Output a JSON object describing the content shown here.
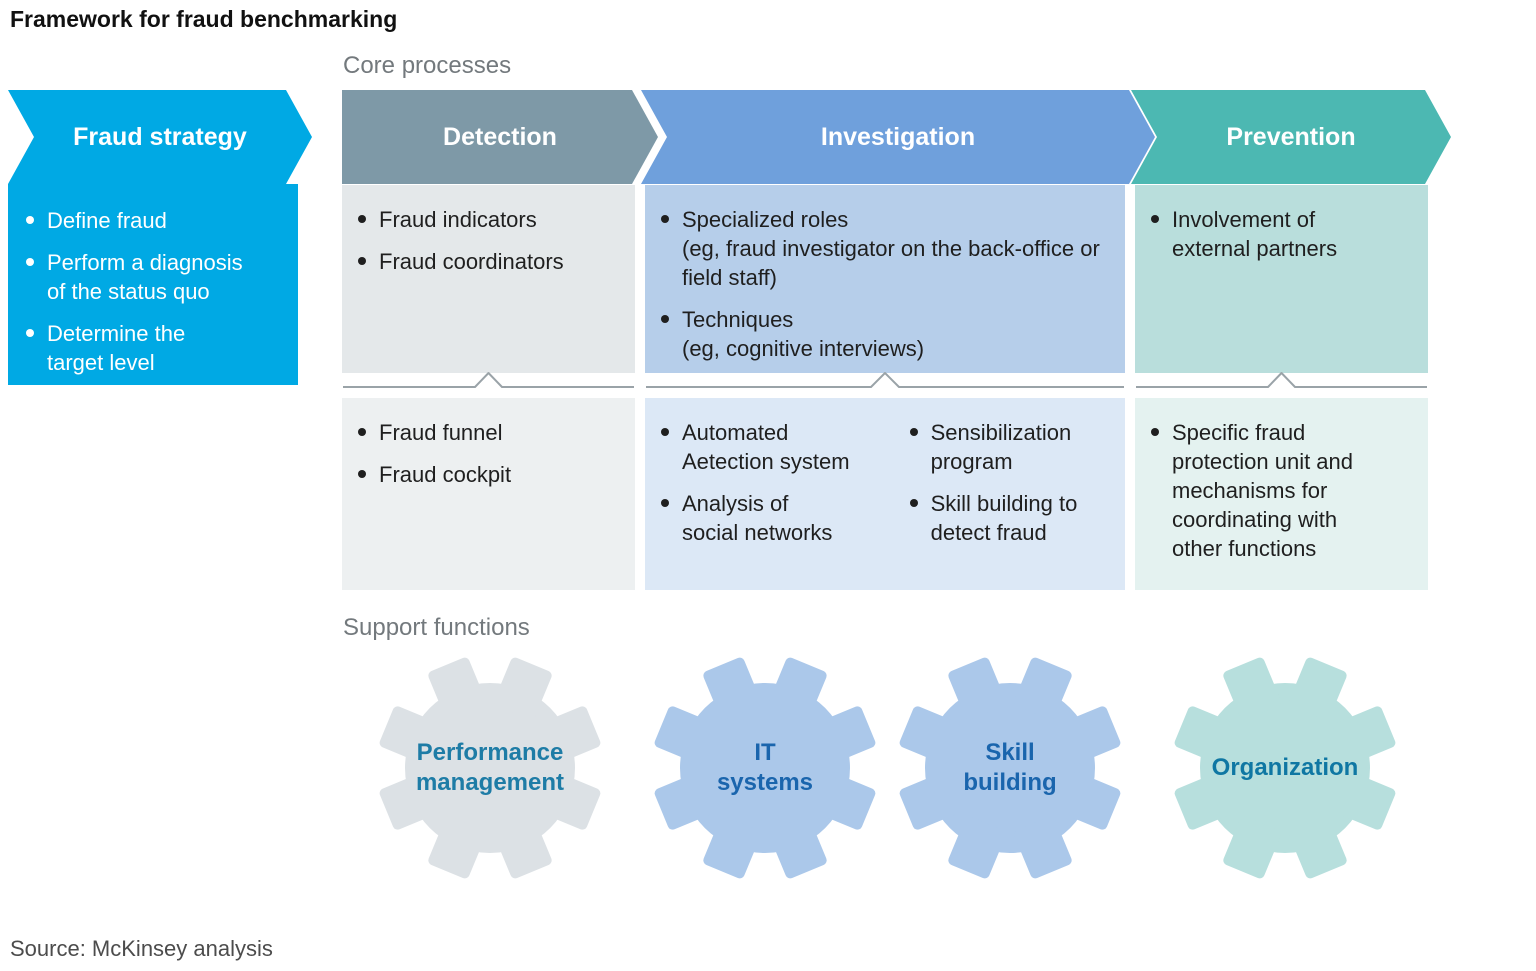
{
  "title": "Framework for fraud benchmarking",
  "source": "Source: McKinsey analysis",
  "section_labels": {
    "core_processes": "Core processes",
    "support_functions": "Support functions"
  },
  "fraud_strategy": {
    "title": "Fraud strategy",
    "color": "#00a9e4",
    "bullets": [
      "Define fraud",
      "Perform a diagnosis\nof the status quo",
      "Determine the\ntarget level"
    ]
  },
  "columns": {
    "detection": {
      "title": "Detection",
      "header_color": "#7e99a7",
      "top_color": "#e4e8ea",
      "bottom_color": "#edf0f1",
      "top_bullets": [
        "Fraud indicators",
        "Fraud coordinators"
      ],
      "bottom_bullets": [
        "Fraud funnel",
        "Fraud cockpit"
      ]
    },
    "investigation": {
      "title": "Investigation",
      "header_color": "#6fa0dc",
      "top_color": "#b6ceea",
      "bottom_color": "#dce8f6",
      "top_bullets": [
        "Specialized roles\n(eg, fraud investigator on the back-office or field staff)",
        "Techniques\n(eg, cognitive interviews)"
      ],
      "bottom_bullets_left": [
        "Automated\nAetection system",
        "Analysis of\nsocial networks"
      ],
      "bottom_bullets_right": [
        "Sensibilization\nprogram",
        "Skill building to\ndetect fraud"
      ]
    },
    "prevention": {
      "title": "Prevention",
      "header_color": "#4cb8b2",
      "top_color": "#b9dedc",
      "bottom_color": "#e4f2f0",
      "top_bullets": [
        "Involvement of\nexternal partners"
      ],
      "bottom_bullets": [
        "Specific fraud\nprotection unit and\nmechanisms for\ncoordinating with\nother functions"
      ]
    }
  },
  "gears": [
    {
      "label": "Performance\nmanagement",
      "fill": "#dce1e5",
      "text_color": "#1e7ca6"
    },
    {
      "label": "IT\nsystems",
      "fill": "#abc8ea",
      "text_color": "#1a65ad"
    },
    {
      "label": "Skill\nbuilding",
      "fill": "#abc8ea",
      "text_color": "#1a65ad"
    },
    {
      "label": "Organization",
      "fill": "#b7dfdd",
      "text_color": "#0f77a3"
    }
  ],
  "colors": {
    "brace_line": "#9aa3a8",
    "section_label": "#73797d"
  }
}
